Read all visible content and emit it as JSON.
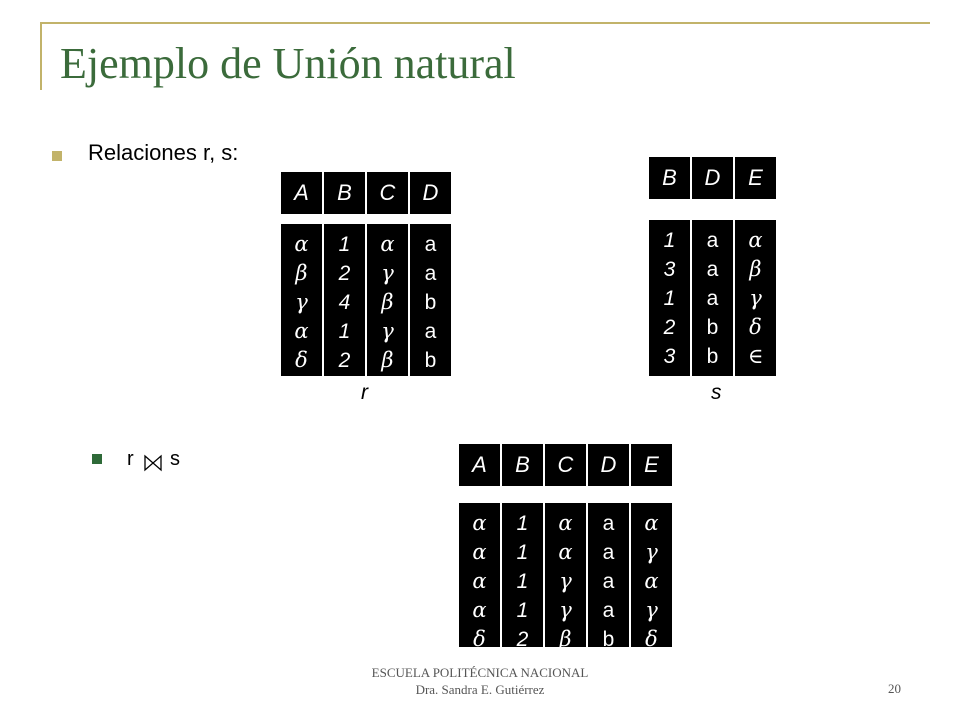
{
  "title": "Ejemplo de Unión natural",
  "bullet1": "Relaciones r, s:",
  "bullet2": {
    "left": "r",
    "right": "s",
    "operator_icon": "natural-join-icon"
  },
  "relation_r": {
    "name": "r",
    "headers": [
      "A",
      "B",
      "C",
      "D"
    ],
    "columns": [
      [
        "α",
        "β",
        "γ",
        "α",
        "δ"
      ],
      [
        "1",
        "2",
        "4",
        "1",
        "2"
      ],
      [
        "α",
        "γ",
        "β",
        "γ",
        "β"
      ],
      [
        "a",
        "a",
        "b",
        "a",
        "b"
      ]
    ]
  },
  "relation_s": {
    "name": "s",
    "headers": [
      "B",
      "D",
      "E"
    ],
    "columns": [
      [
        "1",
        "3",
        "1",
        "2",
        "3"
      ],
      [
        "a",
        "a",
        "a",
        "b",
        "b"
      ],
      [
        "α",
        "β",
        "γ",
        "δ",
        "∈"
      ]
    ]
  },
  "result": {
    "headers": [
      "A",
      "B",
      "C",
      "D",
      "E"
    ],
    "columns": [
      [
        "α",
        "α",
        "α",
        "α",
        "δ"
      ],
      [
        "1",
        "1",
        "1",
        "1",
        "2"
      ],
      [
        "α",
        "α",
        "γ",
        "γ",
        "β"
      ],
      [
        "a",
        "a",
        "a",
        "a",
        "b"
      ],
      [
        "α",
        "γ",
        "α",
        "γ",
        "δ"
      ]
    ]
  },
  "footer": {
    "line1": "ESCUELA POLITÉCNICA NACIONAL",
    "line2": "Dra. Sandra E. Gutiérrez",
    "page": "20"
  },
  "colors": {
    "title": "#3b6b3b",
    "frame": "#c2b36a",
    "table": "#000000"
  }
}
